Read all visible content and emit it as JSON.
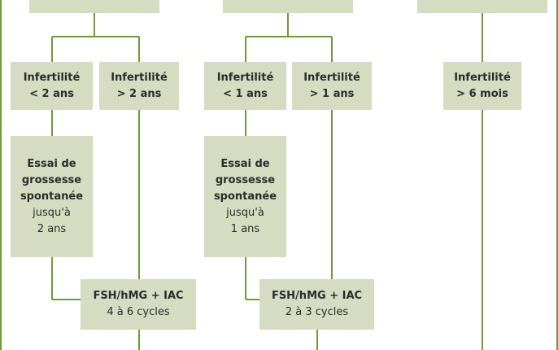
{
  "nodes": {
    "bilan_1an": {
      "title": "",
      "line2": ""
    },
    "bilan_6mois": {
      "title": "",
      "line2": ""
    },
    "bilan_immediat": {
      "title": "",
      "line2": ""
    },
    "inf_lt2": {
      "title": "Infertilité",
      "line2": "< 2 ans"
    },
    "inf_gt2": {
      "title": "Infertilité",
      "line2": "> 2 ans"
    },
    "inf_lt1": {
      "title": "Infertilité",
      "line2": "< 1 ans"
    },
    "inf_gt1": {
      "title": "Infertilité",
      "line2": "> 1 ans"
    },
    "inf_gt6m": {
      "title": "Infertilité",
      "line2": "> 6 mois"
    },
    "essai_2ans": {
      "l1": "Essai de",
      "l2": "grossesse",
      "l3": "spontanée",
      "l4": "jusqu'à",
      "l5": "2 ans"
    },
    "essai_1ans": {
      "l1": "Essai de",
      "l2": "grossesse",
      "l3": "spontanée",
      "l4": "jusqu'à",
      "l5": "1 ans"
    },
    "fsh_4a6": {
      "title": "FSH/hMG + IAC",
      "line2": "4 à 6 cycles"
    },
    "fsh_2a3": {
      "title": "FSH/hMG + IAC",
      "line2": "2 à 3 cycles"
    }
  },
  "colors": {
    "box": "#d5dcc2",
    "line": "#6f9a3a",
    "text": "#2b2b2b"
  }
}
